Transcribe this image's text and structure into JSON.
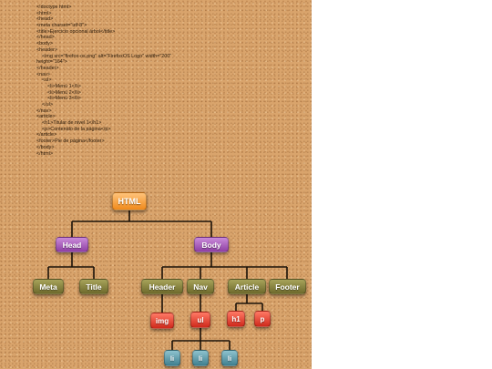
{
  "code_lines": [
    "<!doctype html>",
    "<html>",
    "<head>",
    "<meta charset=\"utf-8\">",
    "<title>Ejercicio opcional árbol</title>",
    "</head>",
    "<body>",
    "<header>",
    "    <img src=\"firefox-os.png\" alt=\"FirefoxOS Logo\" width=\"200\"",
    "height=\"164\">",
    "</header>",
    "<nav>",
    "    <ul>",
    "        <li>Menú 1</li>",
    "        <li>Menú 2</li>",
    "        <li>Menú 3</li>",
    "    </ul>",
    "</nav>",
    "<article>",
    "    <h1>Titular de nivel 1</h1>",
    "    <p>Contenido de la página</p>",
    "</article>",
    "<footer>Pie de página</footer>",
    "</body>",
    "</html>"
  ],
  "tree": {
    "html": "HTML",
    "head": "Head",
    "body": "Body",
    "meta": "Meta",
    "title": "Title",
    "header": "Header",
    "nav": "Nav",
    "article": "Article",
    "footer": "Footer",
    "img": "img",
    "ul": "ul",
    "h1": "h1",
    "p": "p",
    "li1": "li",
    "li2": "li",
    "li3": "li"
  },
  "colors": {
    "root": "#f5a23e",
    "section": "#a75bb8",
    "element": "#8a8640",
    "leaf": "#e8473a",
    "item": "#5d9aaa",
    "connector": "#1a1208"
  }
}
